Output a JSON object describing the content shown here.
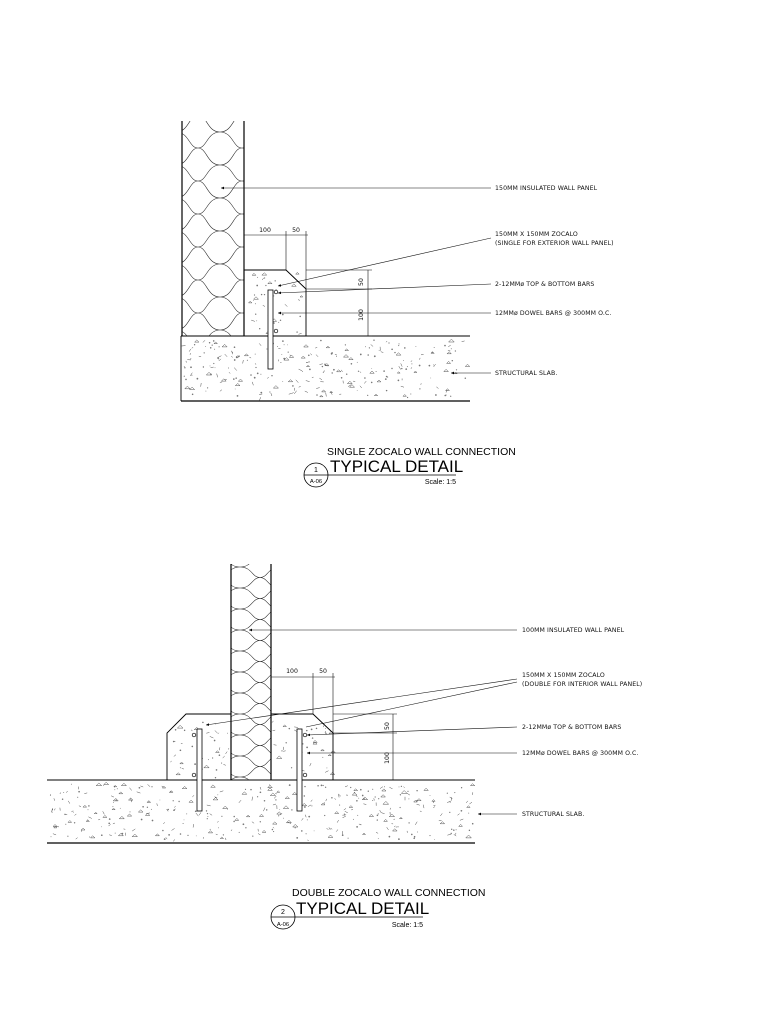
{
  "detail_1": {
    "annotations": {
      "wall_panel": "150MM INSULATED WALL PANEL",
      "zocalo_line1": "150MM X 150MM ZOCALO",
      "zocalo_line2": "(SINGLE FOR EXTERIOR WALL PANEL)",
      "bars": "2-12MMø TOP & BOTTOM BARS",
      "dowels": "12MMø DOWEL BARS @ 300MM O.C.",
      "slab": "STRUCTURAL SLAB."
    },
    "dimensions": {
      "width_a": "100",
      "width_b": "50",
      "height_a": "50",
      "height_b": "100"
    },
    "title_block": {
      "subtitle": "SINGLE ZOCALO WALL CONNECTION",
      "title": "TYPICAL DETAIL",
      "number": "1",
      "sheet": "A-06",
      "scale": "Scale: 1:5"
    }
  },
  "detail_2": {
    "annotations": {
      "wall_panel": "100MM INSULATED WALL PANEL",
      "zocalo_line1": "150MM X 150MM ZOCALO",
      "zocalo_line2": "(DOUBLE FOR INTERIOR WALL PANEL)",
      "bars": "2-12MMø TOP & BOTTOM BARS",
      "dowels": "12MMø DOWEL BARS @ 300MM O.C.",
      "slab": "STRUCTURAL SLAB."
    },
    "dimensions": {
      "width_a": "100",
      "width_b": "50",
      "height_a": "50",
      "height_b": "100"
    },
    "title_block": {
      "subtitle": "DOUBLE ZOCALO WALL CONNECTION",
      "title": "TYPICAL DETAIL",
      "number": "2",
      "sheet": "A-06",
      "scale": "Scale: 1:5"
    }
  }
}
